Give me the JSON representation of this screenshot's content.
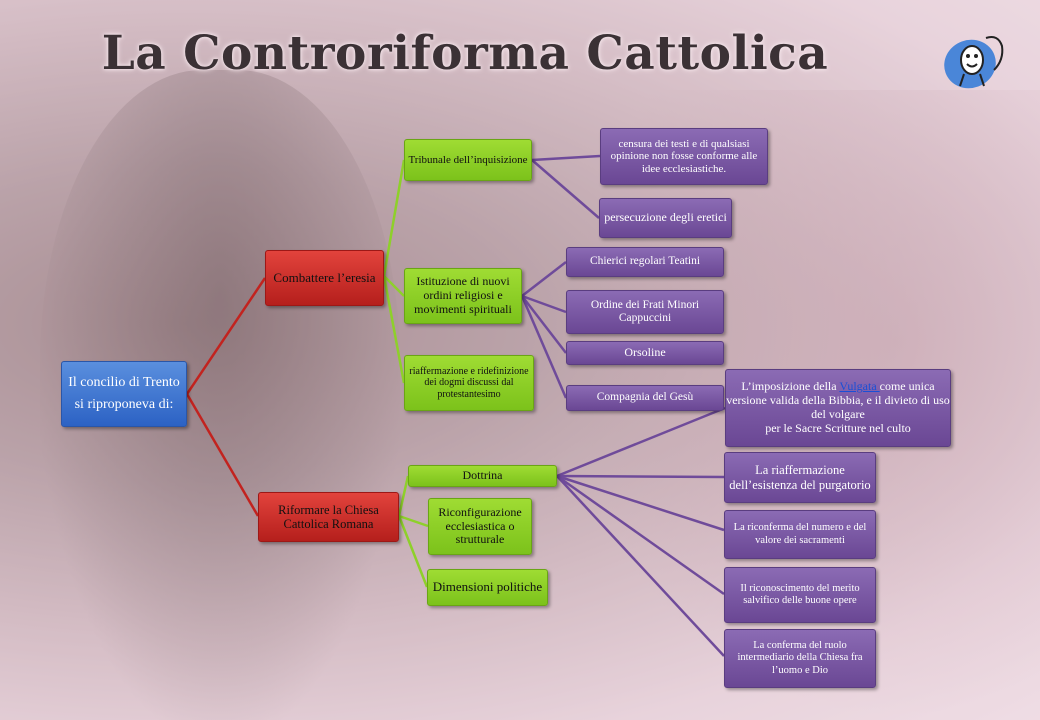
{
  "title": "La Controriforma Cattolica",
  "logo": {
    "icon": "cartoon-mouse-icon"
  },
  "colors": {
    "root": "#2c62c4",
    "level1": "#c2231f",
    "level2": "#8ed02a",
    "level3": "#6f4b9a"
  },
  "root": {
    "line1": "Il concilio  di Trento",
    "line2": "si riproponeva  di:"
  },
  "combattere": {
    "label": "Combattere l’eresia",
    "tribunale": {
      "label": "Tribunale dell’inquisizione",
      "censura": "censura dei testi e di qualsiasi opinione non fosse conforme alle idee ecclesiastiche.",
      "persecuzione": "persecuzione degli eretici"
    },
    "istituzione": {
      "label": "Istituzione di nuovi ordini religiosi e movimenti spirituali",
      "chierici": "Chierici regolari Teatini",
      "ordine": "Ordine dei Frati Minori Cappuccini",
      "orsoline": "Orsoline",
      "compagnia": "Compagnia del Gesù"
    },
    "riaffermazione": "riaffermazione  e ridefinizione  dei dogmi discussi dal protestantesimo"
  },
  "riformare": {
    "label": "Riformare la Chiesa Cattolica Romana",
    "dottrina": {
      "label": "Dottrina",
      "imposizione": {
        "before": "L’imposizione della ",
        "link": "Vulgata ",
        "after": " come unica versione valida della Bibbia, e il  divieto di uso del volgare",
        "line2": "per le Sacre Scritture nel culto"
      },
      "purgatorio": "La riaffermazione dell’esistenza del purgatorio",
      "sacramenti": "La riconferma del numero e del valore dei sacramenti",
      "merito": "Il riconoscimento  del merito salvifico delle buone opere",
      "ruolo": "La conferma del ruolo intermediario  della Chiesa fra l’uomo e Dio"
    },
    "riconfigurazione": "Riconfigurazione ecclesiastica o strutturale",
    "dimensioni": "Dimensioni politiche"
  }
}
